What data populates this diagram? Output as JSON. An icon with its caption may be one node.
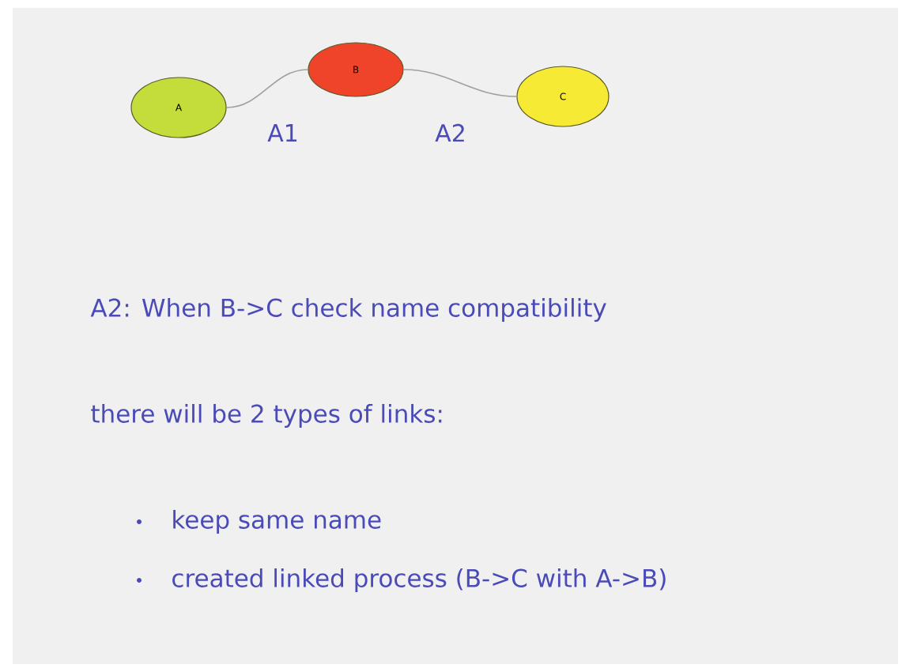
{
  "diagram": {
    "nodes": [
      {
        "text": [
          "A"
        ]
      },
      {
        "text": [
          "B"
        ]
      },
      {
        "text": [
          "C"
        ]
      }
    ],
    "edges": [
      {
        "from": 0,
        "to": 1,
        "arrow": "none",
        "label": "A1"
      },
      {
        "from": 1,
        "to": 2,
        "arrow": "none",
        "label": "A2"
      }
    ],
    "labels": [
      "A2: When B->C check name compatibility",
      "there will be 2 types of links:",
      "keep same name",
      "created linked process (B->C with A->B)"
    ]
  }
}
